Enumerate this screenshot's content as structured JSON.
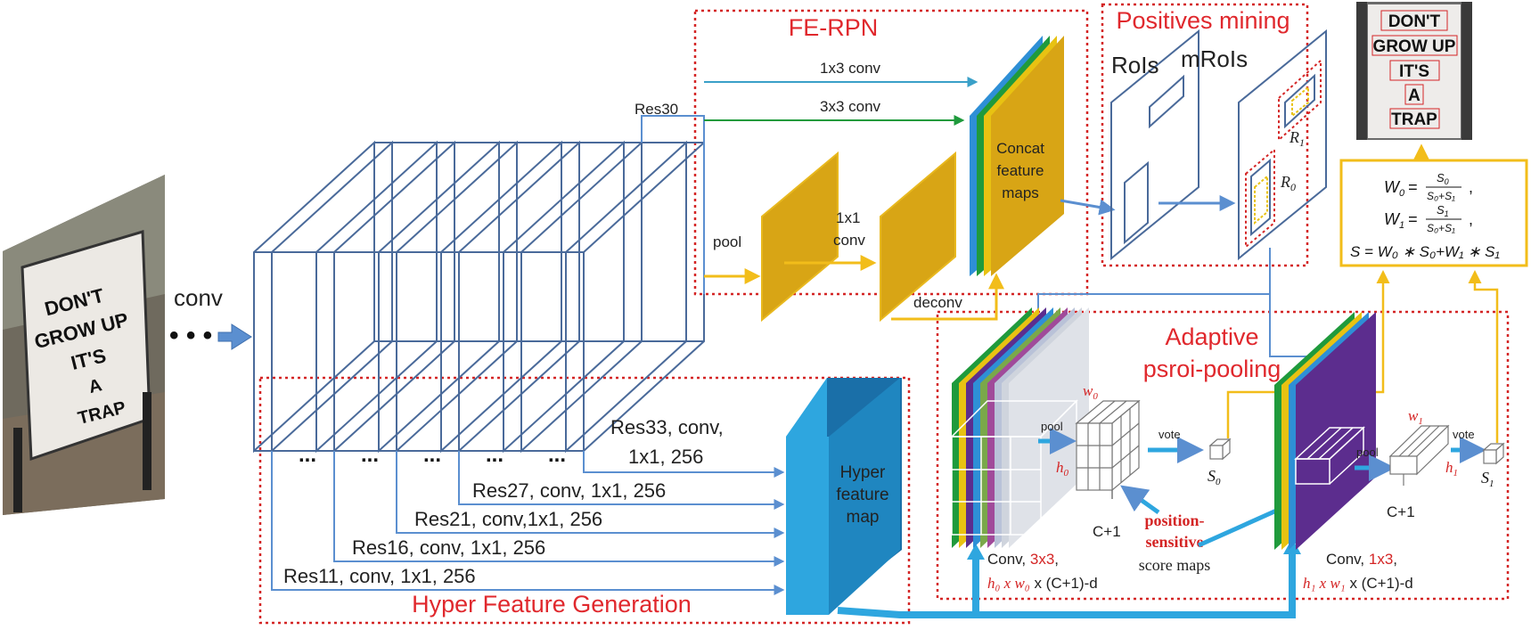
{
  "modules": {
    "fe_rpn": "FE-RPN",
    "positives_mining": "Positives mining",
    "adaptive_l1": "Adaptive",
    "adaptive_l2": "psroi-pooling",
    "hyper_feature_generation": "Hyper Feature Generation"
  },
  "input": {
    "sign_lines": [
      "DON'T",
      "GROW UP",
      "IT'S",
      "A",
      "TRAP"
    ],
    "conv_label": "conv",
    "dots": "• • •"
  },
  "backbone": {
    "res30": "Res30",
    "dots": "...",
    "res33_l1": "Res33, conv,",
    "res33_l2": "1x1, 256",
    "res27": "Res27, conv, 1x1, 256",
    "res21": "Res21, conv,1x1, 256",
    "res16": "Res16, conv, 1x1, 256",
    "res11": "Res11, conv, 1x1, 256"
  },
  "hyper": {
    "l1": "Hyper",
    "l2": "feature",
    "l3": "map"
  },
  "fe_rpn": {
    "conv1x3": "1x3 conv",
    "conv3x3": "3x3 conv",
    "pool": "pool",
    "conv1x1_l1": "1x1",
    "conv1x1_l2": "conv",
    "deconv": "deconv",
    "concat_l1": "Concat",
    "concat_l2": "feature",
    "concat_l3": "maps"
  },
  "mining": {
    "rois": "RoIs",
    "mrois": "mRoIs",
    "r1": "R",
    "r1_sub": "1",
    "r0": "R",
    "r0_sub": "0"
  },
  "formula": {
    "w0_lhs": "W",
    "w0_sub": "0",
    "w0_num": "S",
    "w0_num_sub": "0",
    "w0_den": "S₀+S₁",
    "w1_lhs": "W",
    "w1_sub": "1",
    "w1_num": "S",
    "w1_num_sub": "1",
    "w1_den": "S₀+S₁",
    "s_line": "S =  W₀ ∗ S₀+W₁ ∗ S₁",
    "eq": "=",
    "comma": ","
  },
  "output": {
    "sign_lines": [
      "DON'T",
      "GROW UP",
      "IT'S",
      "A",
      "TRAP"
    ]
  },
  "psroi": {
    "pool_left": "pool",
    "pool_right": "pool",
    "vote_left": "vote",
    "vote_right": "vote",
    "w0": "w",
    "w0_sub": "0",
    "h0": "h",
    "h0_sub": "0",
    "w1": "w",
    "w1_sub": "1",
    "h1": "h",
    "h1_sub": "1",
    "s0": "S",
    "s0_sub": "0",
    "s1": "S",
    "s1_sub": "1",
    "c1_left": "C+1",
    "c1_right": "C+1",
    "conv_left_prefix": "Conv, ",
    "conv_left_kernel": "3x3",
    "conv_left_comma": ",",
    "conv_left_dims": "h₀ x w₀",
    "conv_left_suffix": " x (C+1)-d",
    "conv_right_prefix": "Conv, ",
    "conv_right_kernel": "1x3",
    "conv_right_comma": ",",
    "conv_right_dims": "h₁ x w₁",
    "conv_right_suffix": " x (C+1)-d",
    "ps_l1": "position-",
    "ps_l2": "sensitive",
    "ps_l3": "score maps"
  },
  "colors": {
    "backbone_line": "#4a6a9a",
    "arrow_blue": "#5b8fd0",
    "box_gold": "#d8a515",
    "arrow_yellow": "#f2bd1a",
    "hyper_blue": "#2ea6df",
    "module_border": "#d42525",
    "score_purple": "#5c2d8e"
  }
}
